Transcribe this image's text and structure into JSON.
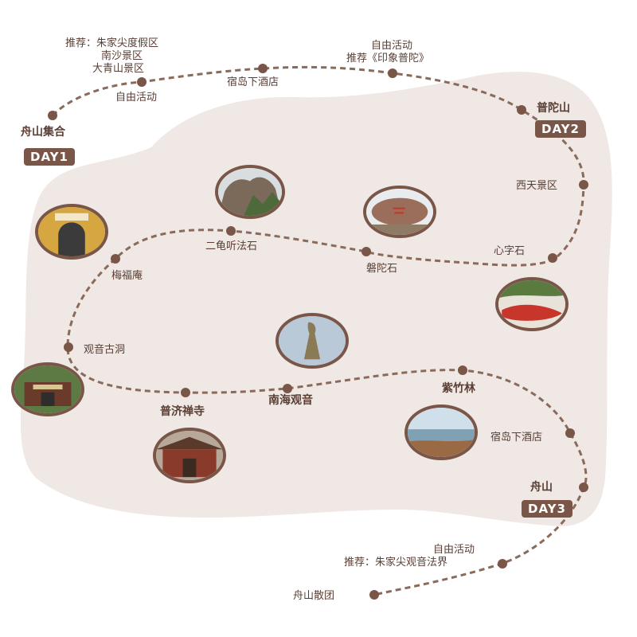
{
  "colors": {
    "route": "#8a6a5a",
    "marker": "#7a5648",
    "blob": "#efe8e4",
    "text": "#5a3e34"
  },
  "day1": {
    "start": "舟山集合",
    "badge": "DAY1",
    "rec_line1": "推荐：朱家尖度假区",
    "rec_line2": "南沙景区",
    "rec_line3": "大青山景区",
    "free": "自由活动",
    "hotel": "宿岛下酒店",
    "free2": "自由活动",
    "rec2": "推荐《印象普陀》"
  },
  "day2": {
    "title": "普陀山",
    "badge": "DAY2",
    "stops": {
      "xitian": "西天景区",
      "xinzi": "心字石",
      "panto": "磐陀石",
      "erguei": "二龟听法石",
      "meifu": "梅福庵",
      "guanyin_cave": "观音古洞",
      "puji": "普济禅寺",
      "nanhai": "南海观音",
      "zizhu": "紫竹林",
      "hotel": "宿岛下酒店"
    }
  },
  "day3": {
    "title": "舟山",
    "badge": "DAY3",
    "free": "自由活动",
    "rec": "推荐：朱家尖观音法界",
    "end": "舟山散团"
  },
  "photos": [
    {
      "name": "rock-photo"
    },
    {
      "name": "panto-stone-photo"
    },
    {
      "name": "meifu-temple-photo"
    },
    {
      "name": "xinzi-stone-photo"
    },
    {
      "name": "nanhai-guanyin-photo"
    },
    {
      "name": "guanyin-cave-photo"
    },
    {
      "name": "zizhu-coast-photo"
    },
    {
      "name": "puji-temple-photo"
    }
  ]
}
